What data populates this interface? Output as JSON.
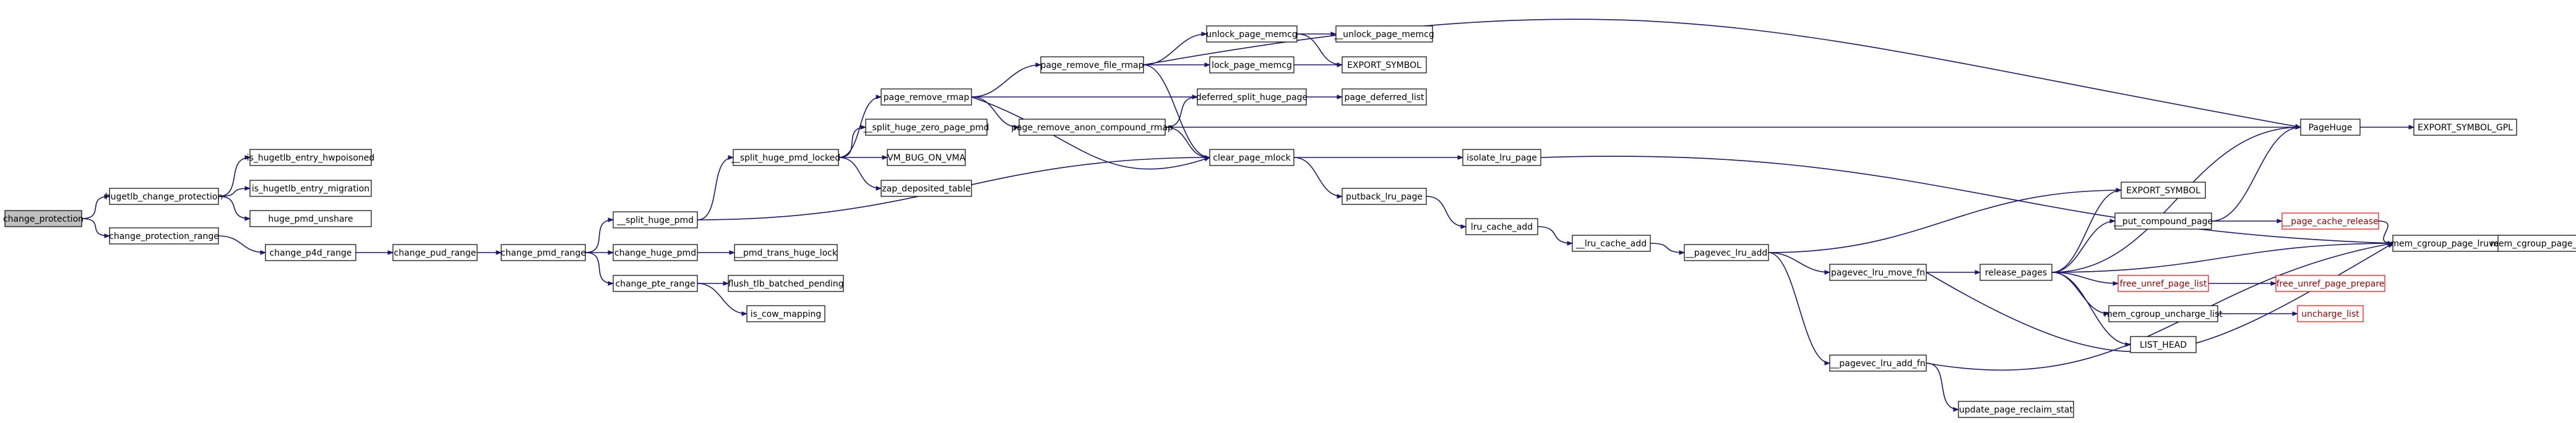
{
  "graph": {
    "root": "change_protection",
    "edge_color": "#191970",
    "root_fill": "#bfbfbf",
    "truncated_border_color": "#ff0000",
    "nodes": [
      {
        "id": "change_protection",
        "label": "change_protection"
      },
      {
        "id": "hugetlb_change_protection",
        "label": "hugetlb_change_protection"
      },
      {
        "id": "change_protection_range",
        "label": "change_protection_range"
      },
      {
        "id": "is_hugetlb_entry_hwpoisoned",
        "label": "is_hugetlb_entry_hwpoisoned"
      },
      {
        "id": "is_hugetlb_entry_migration",
        "label": "is_hugetlb_entry_migration"
      },
      {
        "id": "huge_pmd_unshare",
        "label": "huge_pmd_unshare"
      },
      {
        "id": "change_p4d_range",
        "label": "change_p4d_range"
      },
      {
        "id": "change_pud_range",
        "label": "change_pud_range"
      },
      {
        "id": "change_pmd_range",
        "label": "change_pmd_range"
      },
      {
        "id": "__split_huge_pmd",
        "label": "__split_huge_pmd"
      },
      {
        "id": "change_huge_pmd",
        "label": "change_huge_pmd"
      },
      {
        "id": "change_pte_range",
        "label": "change_pte_range"
      },
      {
        "id": "__split_huge_pmd_locked",
        "label": "__split_huge_pmd_locked"
      },
      {
        "id": "__pmd_trans_huge_lock",
        "label": "__pmd_trans_huge_lock"
      },
      {
        "id": "flush_tlb_batched_pending",
        "label": "flush_tlb_batched_pending"
      },
      {
        "id": "is_cow_mapping",
        "label": "is_cow_mapping"
      },
      {
        "id": "page_remove_rmap",
        "label": "page_remove_rmap"
      },
      {
        "id": "__split_huge_zero_page_pmd",
        "label": "__split_huge_zero_page_pmd"
      },
      {
        "id": "VM_BUG_ON_VMA",
        "label": "VM_BUG_ON_VMA"
      },
      {
        "id": "zap_deposited_table",
        "label": "zap_deposited_table"
      },
      {
        "id": "page_remove_file_rmap",
        "label": "page_remove_file_rmap"
      },
      {
        "id": "page_remove_anon_compound_rmap",
        "label": "page_remove_anon_compound_rmap"
      },
      {
        "id": "unlock_page_memcg",
        "label": "unlock_page_memcg"
      },
      {
        "id": "lock_page_memcg",
        "label": "lock_page_memcg"
      },
      {
        "id": "deferred_split_huge_page",
        "label": "deferred_split_huge_page"
      },
      {
        "id": "clear_page_mlock",
        "label": "clear_page_mlock"
      },
      {
        "id": "__unlock_page_memcg",
        "label": "__unlock_page_memcg"
      },
      {
        "id": "EXPORT_SYMBOL_top",
        "label": "EXPORT_SYMBOL"
      },
      {
        "id": "page_deferred_list",
        "label": "page_deferred_list"
      },
      {
        "id": "isolate_lru_page",
        "label": "isolate_lru_page"
      },
      {
        "id": "putback_lru_page",
        "label": "putback_lru_page"
      },
      {
        "id": "lru_cache_add",
        "label": "lru_cache_add"
      },
      {
        "id": "__lru_cache_add",
        "label": "__lru_cache_add"
      },
      {
        "id": "__pagevec_lru_add",
        "label": "__pagevec_lru_add"
      },
      {
        "id": "pagevec_lru_move_fn",
        "label": "pagevec_lru_move_fn"
      },
      {
        "id": "__pagevec_lru_add_fn",
        "label": "__pagevec_lru_add_fn"
      },
      {
        "id": "update_page_reclaim_stat",
        "label": "update_page_reclaim_stat"
      },
      {
        "id": "release_pages",
        "label": "release_pages"
      },
      {
        "id": "EXPORT_SYMBOL_mid",
        "label": "EXPORT_SYMBOL"
      },
      {
        "id": "__put_compound_page",
        "label": "__put_compound_page"
      },
      {
        "id": "free_unref_page_list",
        "label": "free_unref_page_list",
        "truncated": true
      },
      {
        "id": "mem_cgroup_uncharge_list",
        "label": "mem_cgroup_uncharge_list"
      },
      {
        "id": "LIST_HEAD",
        "label": "LIST_HEAD"
      },
      {
        "id": "PageHuge",
        "label": "PageHuge"
      },
      {
        "id": "EXPORT_SYMBOL_GPL",
        "label": "EXPORT_SYMBOL_GPL"
      },
      {
        "id": "__page_cache_release",
        "label": "__page_cache_release",
        "truncated": true
      },
      {
        "id": "free_unref_page_prepare",
        "label": "free_unref_page_prepare",
        "truncated": true
      },
      {
        "id": "uncharge_list",
        "label": "uncharge_list",
        "truncated": true
      },
      {
        "id": "mem_cgroup_page_lruvec",
        "label": "mem_cgroup_page_lruvec"
      },
      {
        "id": "mem_cgroup_page_nodeinfo",
        "label": "mem_cgroup_page_nodeinfo"
      }
    ],
    "edges": [
      [
        "change_protection",
        "hugetlb_change_protection"
      ],
      [
        "change_protection",
        "change_protection_range"
      ],
      [
        "hugetlb_change_protection",
        "is_hugetlb_entry_hwpoisoned"
      ],
      [
        "hugetlb_change_protection",
        "is_hugetlb_entry_migration"
      ],
      [
        "hugetlb_change_protection",
        "huge_pmd_unshare"
      ],
      [
        "change_protection_range",
        "change_p4d_range"
      ],
      [
        "change_p4d_range",
        "change_pud_range"
      ],
      [
        "change_pud_range",
        "change_pmd_range"
      ],
      [
        "change_pmd_range",
        "__split_huge_pmd"
      ],
      [
        "change_pmd_range",
        "change_huge_pmd"
      ],
      [
        "change_pmd_range",
        "change_pte_range"
      ],
      [
        "__split_huge_pmd",
        "__split_huge_pmd_locked"
      ],
      [
        "__split_huge_pmd",
        "clear_page_mlock"
      ],
      [
        "change_huge_pmd",
        "__pmd_trans_huge_lock"
      ],
      [
        "change_pte_range",
        "flush_tlb_batched_pending"
      ],
      [
        "change_pte_range",
        "is_cow_mapping"
      ],
      [
        "__split_huge_pmd_locked",
        "page_remove_rmap"
      ],
      [
        "__split_huge_pmd_locked",
        "__split_huge_zero_page_pmd"
      ],
      [
        "__split_huge_pmd_locked",
        "VM_BUG_ON_VMA"
      ],
      [
        "__split_huge_pmd_locked",
        "zap_deposited_table"
      ],
      [
        "page_remove_rmap",
        "page_remove_file_rmap"
      ],
      [
        "page_remove_rmap",
        "deferred_split_huge_page"
      ],
      [
        "page_remove_rmap",
        "page_remove_anon_compound_rmap"
      ],
      [
        "page_remove_rmap",
        "clear_page_mlock"
      ],
      [
        "page_remove_file_rmap",
        "unlock_page_memcg"
      ],
      [
        "page_remove_file_rmap",
        "lock_page_memcg"
      ],
      [
        "page_remove_file_rmap",
        "clear_page_mlock"
      ],
      [
        "page_remove_file_rmap",
        "PageHuge"
      ],
      [
        "page_remove_anon_compound_rmap",
        "deferred_split_huge_page"
      ],
      [
        "page_remove_anon_compound_rmap",
        "clear_page_mlock"
      ],
      [
        "page_remove_anon_compound_rmap",
        "PageHuge"
      ],
      [
        "unlock_page_memcg",
        "__unlock_page_memcg"
      ],
      [
        "unlock_page_memcg",
        "EXPORT_SYMBOL_top"
      ],
      [
        "lock_page_memcg",
        "EXPORT_SYMBOL_top"
      ],
      [
        "deferred_split_huge_page",
        "page_deferred_list"
      ],
      [
        "clear_page_mlock",
        "isolate_lru_page"
      ],
      [
        "clear_page_mlock",
        "putback_lru_page"
      ],
      [
        "isolate_lru_page",
        "mem_cgroup_page_lruvec"
      ],
      [
        "putback_lru_page",
        "lru_cache_add"
      ],
      [
        "lru_cache_add",
        "__lru_cache_add"
      ],
      [
        "__lru_cache_add",
        "__pagevec_lru_add"
      ],
      [
        "__pagevec_lru_add",
        "EXPORT_SYMBOL_mid"
      ],
      [
        "__pagevec_lru_add",
        "pagevec_lru_move_fn"
      ],
      [
        "__pagevec_lru_add",
        "__pagevec_lru_add_fn"
      ],
      [
        "pagevec_lru_move_fn",
        "release_pages"
      ],
      [
        "pagevec_lru_move_fn",
        "mem_cgroup_page_lruvec"
      ],
      [
        "__pagevec_lru_add_fn",
        "update_page_reclaim_stat"
      ],
      [
        "__pagevec_lru_add_fn",
        "mem_cgroup_page_lruvec"
      ],
      [
        "release_pages",
        "EXPORT_SYMBOL_mid"
      ],
      [
        "release_pages",
        "__put_compound_page"
      ],
      [
        "release_pages",
        "PageHuge"
      ],
      [
        "release_pages",
        "free_unref_page_list"
      ],
      [
        "release_pages",
        "mem_cgroup_uncharge_list"
      ],
      [
        "release_pages",
        "LIST_HEAD"
      ],
      [
        "release_pages",
        "mem_cgroup_page_lruvec"
      ],
      [
        "__put_compound_page",
        "PageHuge"
      ],
      [
        "__put_compound_page",
        "__page_cache_release"
      ],
      [
        "free_unref_page_list",
        "free_unref_page_prepare"
      ],
      [
        "mem_cgroup_uncharge_list",
        "uncharge_list"
      ],
      [
        "__page_cache_release",
        "mem_cgroup_page_lruvec"
      ],
      [
        "PageHuge",
        "EXPORT_SYMBOL_GPL"
      ],
      [
        "mem_cgroup_page_lruvec",
        "mem_cgroup_page_nodeinfo"
      ]
    ]
  }
}
